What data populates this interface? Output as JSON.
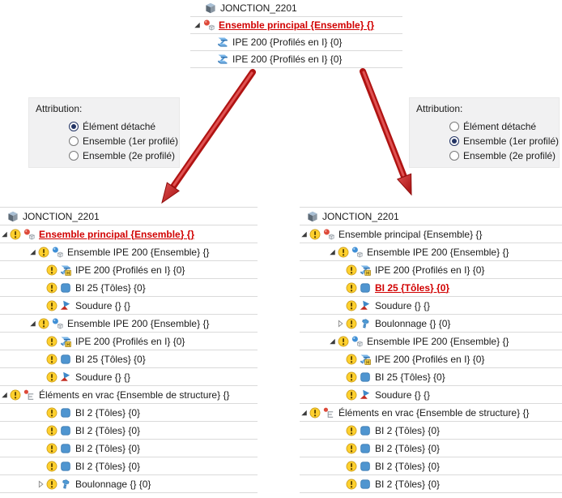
{
  "colors": {
    "highlight_red": "#d10000",
    "arrow_red": "#c01818",
    "radio_selected_navy": "#223364",
    "row_separator": "#dadada",
    "panel_background": "#f1f1f2"
  },
  "top_tree": {
    "rows": [
      {
        "label": "JONCTION_2201",
        "level": 0,
        "icon": "junction"
      },
      {
        "label": "Ensemble principal {Ensemble} {}",
        "level": 1,
        "expander": "open",
        "icon": "ensemble-red",
        "red": true
      },
      {
        "label": "IPE 200 {Profilés en I} {0}",
        "level": 2,
        "icon": "beam"
      },
      {
        "label": "IPE 200 {Profilés en I} {0}",
        "level": 2,
        "icon": "beam"
      }
    ]
  },
  "attribution_left": {
    "title": "Attribution:",
    "options": [
      {
        "label": "Élément détaché",
        "selected": true
      },
      {
        "label": "Ensemble (1er profilé)",
        "selected": false
      },
      {
        "label": "Ensemble (2e profilé)",
        "selected": false
      }
    ]
  },
  "attribution_right": {
    "title": "Attribution:",
    "options": [
      {
        "label": "Élément détaché",
        "selected": false
      },
      {
        "label": "Ensemble (1er profilé)",
        "selected": true
      },
      {
        "label": "Ensemble (2e profilé)",
        "selected": false
      }
    ]
  },
  "bottom_left_tree": {
    "rows": [
      {
        "label": "JONCTION_2201",
        "level": 0,
        "icon": "junction"
      },
      {
        "label": "Ensemble principal {Ensemble} {}",
        "level": 1,
        "expander": "open",
        "warn": true,
        "icon": "ensemble-red",
        "red": true
      },
      {
        "label": "Ensemble IPE 200 {Ensemble} {}",
        "level": 2,
        "expander": "open",
        "warn": true,
        "icon": "ensemble-blue"
      },
      {
        "label": "IPE 200 {Profilés en I} {0}",
        "level": 3,
        "warn": true,
        "icon": "beam-h"
      },
      {
        "label": "BI 25 {Tôles} {0}",
        "level": 3,
        "warn": true,
        "icon": "plate"
      },
      {
        "label": "Soudure {} {}",
        "level": 3,
        "warn": true,
        "icon": "weld"
      },
      {
        "label": "Ensemble IPE 200 {Ensemble} {}",
        "level": 2,
        "expander": "open",
        "warn": true,
        "icon": "ensemble-blue"
      },
      {
        "label": "IPE 200 {Profilés en I} {0}",
        "level": 3,
        "warn": true,
        "icon": "beam-h"
      },
      {
        "label": "BI 25 {Tôles} {0}",
        "level": 3,
        "warn": true,
        "icon": "plate"
      },
      {
        "label": "Soudure {} {}",
        "level": 3,
        "warn": true,
        "icon": "weld"
      },
      {
        "label": "Éléments en vrac {Ensemble de structure} {}",
        "level": 1,
        "expander": "open",
        "warn": true,
        "icon": "vrac"
      },
      {
        "label": "BI 2 {Tôles} {0}",
        "level": 3,
        "warn": true,
        "icon": "plate"
      },
      {
        "label": "BI 2 {Tôles} {0}",
        "level": 3,
        "warn": true,
        "icon": "plate"
      },
      {
        "label": "BI 2 {Tôles} {0}",
        "level": 3,
        "warn": true,
        "icon": "plate"
      },
      {
        "label": "BI 2 {Tôles} {0}",
        "level": 3,
        "warn": true,
        "icon": "plate"
      },
      {
        "label": "Boulonnage {} {0}",
        "level": 3,
        "expander": "closed",
        "warn": true,
        "icon": "bolt"
      }
    ]
  },
  "bottom_right_tree": {
    "rows": [
      {
        "label": "JONCTION_2201",
        "level": 0,
        "icon": "junction"
      },
      {
        "label": "Ensemble principal {Ensemble} {}",
        "level": 1,
        "expander": "open",
        "warn": true,
        "icon": "ensemble-red"
      },
      {
        "label": "Ensemble IPE 200 {Ensemble} {}",
        "level": 2,
        "expander": "open",
        "warn": true,
        "icon": "ensemble-blue"
      },
      {
        "label": "IPE 200 {Profilés en I} {0}",
        "level": 3,
        "warn": true,
        "icon": "beam-h"
      },
      {
        "label": "BI 25 {Tôles} {0}",
        "level": 3,
        "warn": true,
        "icon": "plate",
        "red": true
      },
      {
        "label": "Soudure {} {}",
        "level": 3,
        "warn": true,
        "icon": "weld"
      },
      {
        "label": "Boulonnage {} {0}",
        "level": 3,
        "expander": "closed",
        "warn": true,
        "icon": "bolt"
      },
      {
        "label": "Ensemble IPE 200 {Ensemble} {}",
        "level": 2,
        "expander": "open",
        "warn": true,
        "icon": "ensemble-blue"
      },
      {
        "label": "IPE 200 {Profilés en I} {0}",
        "level": 3,
        "warn": true,
        "icon": "beam-h"
      },
      {
        "label": "BI 25 {Tôles} {0}",
        "level": 3,
        "warn": true,
        "icon": "plate"
      },
      {
        "label": "Soudure {} {}",
        "level": 3,
        "warn": true,
        "icon": "weld"
      },
      {
        "label": "Éléments en vrac {Ensemble de structure} {}",
        "level": 1,
        "expander": "open",
        "warn": true,
        "icon": "vrac"
      },
      {
        "label": "BI 2 {Tôles} {0}",
        "level": 3,
        "warn": true,
        "icon": "plate"
      },
      {
        "label": "BI 2 {Tôles} {0}",
        "level": 3,
        "warn": true,
        "icon": "plate"
      },
      {
        "label": "BI 2 {Tôles} {0}",
        "level": 3,
        "warn": true,
        "icon": "plate"
      },
      {
        "label": "BI 2 {Tôles} {0}",
        "level": 3,
        "warn": true,
        "icon": "plate"
      }
    ]
  }
}
